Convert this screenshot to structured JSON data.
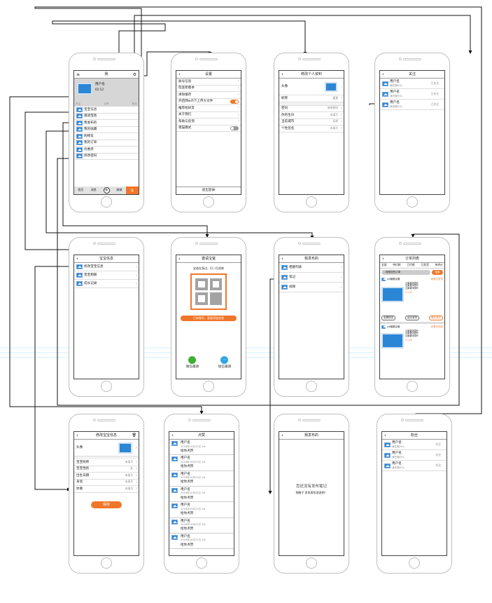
{
  "colors": {
    "accent": "#f0762a",
    "image": "#2b86d6",
    "arrow": "#111111",
    "guide": "#9fe6f3"
  },
  "mine": {
    "title": "我",
    "user_name": "用户名",
    "user_id": "ID:12",
    "stats": [
      "关注",
      "点赞",
      "粉丝"
    ],
    "menu": [
      "宝宝信息",
      "邀请宝爸",
      "我发布的",
      "我的收藏",
      "购物车",
      "我的订单",
      "优惠券",
      "修改密码"
    ],
    "tabs": [
      "首页",
      "消息",
      "商城",
      "我"
    ]
  },
  "settings": {
    "title": "设置",
    "items": [
      "账号信息",
      "检查新版本",
      "清除缓存",
      "开启网wifi下上传大文件",
      "推荐给好友",
      "关于我们",
      "帮助与反馈",
      "夜猫模式"
    ],
    "logout": "退出登录"
  },
  "profile": {
    "title": "修改个人资料",
    "avatar": "头像",
    "items": [
      {
        "label": "昵称",
        "value": "嘉意"
      },
      {
        "label": "密码",
        "value": "修改密码"
      },
      {
        "label": "你的生日",
        "value": "未填写"
      },
      {
        "label": "当前城市",
        "value": "深圳"
      },
      {
        "label": "个性签名",
        "value": "未填写"
      }
    ]
  },
  "follow": {
    "title": "关注",
    "name": "用户名",
    "sub": "我在做什么",
    "action": "已关注"
  },
  "baby": {
    "title": "宝宝信息",
    "items": [
      "修改宝宝信息",
      "宝宝相册",
      "成长记录"
    ]
  },
  "invite": {
    "title": "邀请宝爸",
    "hint": "宝爸在身边，扫一扫关联",
    "button": "已有账号，直接添加宝爸",
    "wechat": "微信邀请",
    "sms": "短信邀请"
  },
  "published": {
    "title": "我发布的",
    "items": [
      "相册列表",
      "笔记",
      "视频"
    ]
  },
  "orders": {
    "title": "订单列表",
    "tabs": [
      "全部",
      "待付款",
      "已付款",
      "已发货",
      "待评价"
    ],
    "search": "搜索您的订单",
    "search_btn": "搜索",
    "shop": "xx旗舰店铺",
    "status1": "卖家已发货",
    "status2": "交易已完成",
    "desc": "云南普洱茶叶",
    "price": "¥ 1.00",
    "btns": [
      "查看物流",
      "延长收货",
      "确认收货"
    ]
  },
  "edit_baby": {
    "title": "修改宝宝信息",
    "avatar": "头像",
    "items": [
      {
        "label": "宝宝昵称",
        "value": "未填写"
      },
      {
        "label": "宝宝性别",
        "value": "女"
      },
      {
        "label": "出生日期",
        "value": "未填写"
      },
      {
        "label": "身高",
        "value": "未填写"
      },
      {
        "label": "体重",
        "value": "未填写"
      }
    ],
    "save": "保存"
  },
  "likes": {
    "title": "点赞",
    "name": "用户名",
    "time": "2016年10月22日 16:",
    "desc": "给你点赞"
  },
  "empty": {
    "title": "我发布的",
    "line1": "您还没有发布笔记",
    "line2": "到圈子 多发表些说说吧！"
  },
  "fans": {
    "title": "粉丝",
    "name": "用户名",
    "sub": "我在做什么",
    "action": "关注"
  }
}
